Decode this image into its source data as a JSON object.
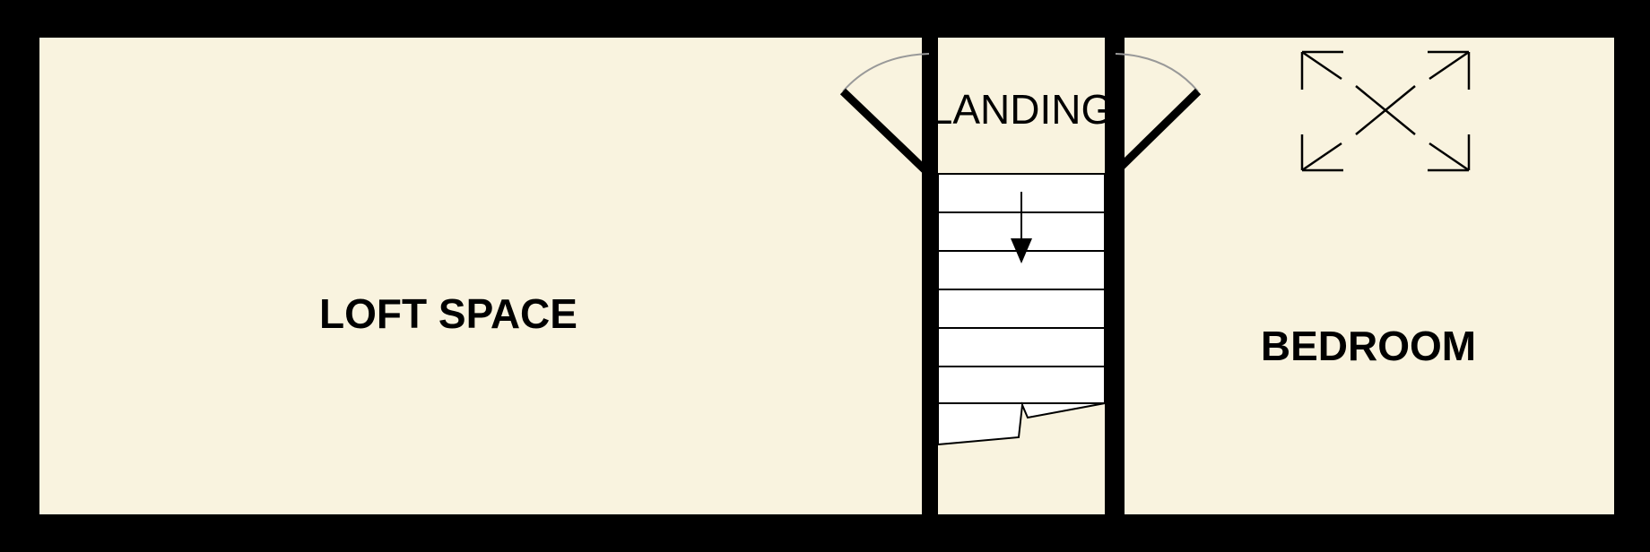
{
  "plan": {
    "rooms": {
      "loft_space": "LOFT SPACE",
      "landing": "LANDING",
      "bedroom": "BEDROOM"
    },
    "colors": {
      "floor": "#f9f3df",
      "wall": "#000000",
      "stair": "#ffffff",
      "door_arc": "#999999"
    },
    "icons": {
      "stair_direction": "arrow-down-icon",
      "roof_window": "skylight-icon"
    }
  }
}
